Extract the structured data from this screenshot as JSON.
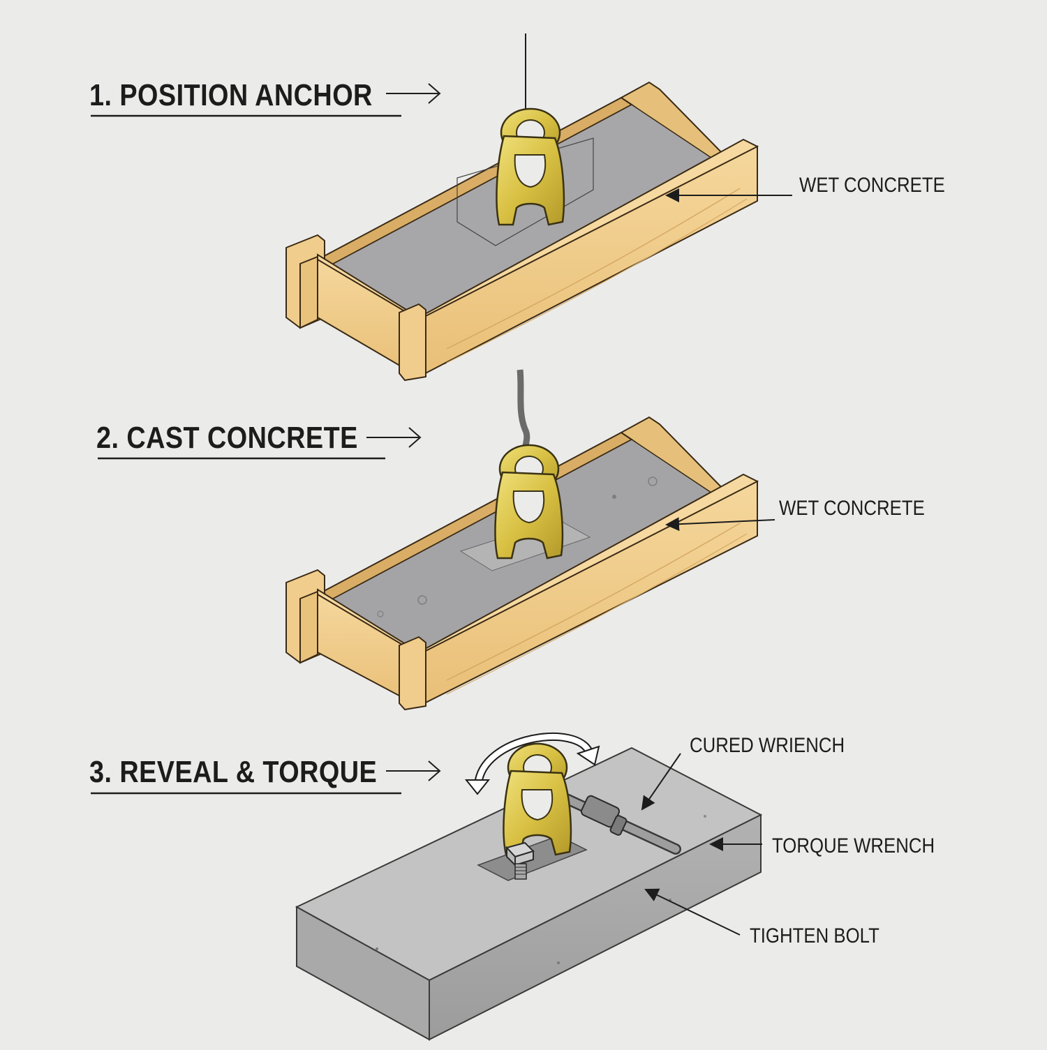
{
  "steps": [
    {
      "number": "1.",
      "title": "POSITION ANCHOR",
      "callout": "WET CONCRETE"
    },
    {
      "number": "2.",
      "title": "CAST CONCRETE",
      "callout": "WET CONCRETE"
    },
    {
      "number": "3.",
      "title": "REVEAL & TORQUE",
      "callouts": [
        "CURED WRIENCH",
        "TORQUE WRENCH",
        "TIGHTEN BOLT"
      ]
    }
  ],
  "colors": {
    "background": "#ebebea",
    "wood": "#f1cf8f",
    "wood_dark": "#d9ad65",
    "concrete_wet": "#a9a9ab",
    "concrete_cured": "#bdbdbd",
    "anchor_brass": "#d8c043",
    "ink": "#1c1c1c"
  },
  "icons": [
    "lifting-anchor-icon",
    "rotation-arrow-icon",
    "bolt-icon",
    "torque-wrench-icon"
  ]
}
